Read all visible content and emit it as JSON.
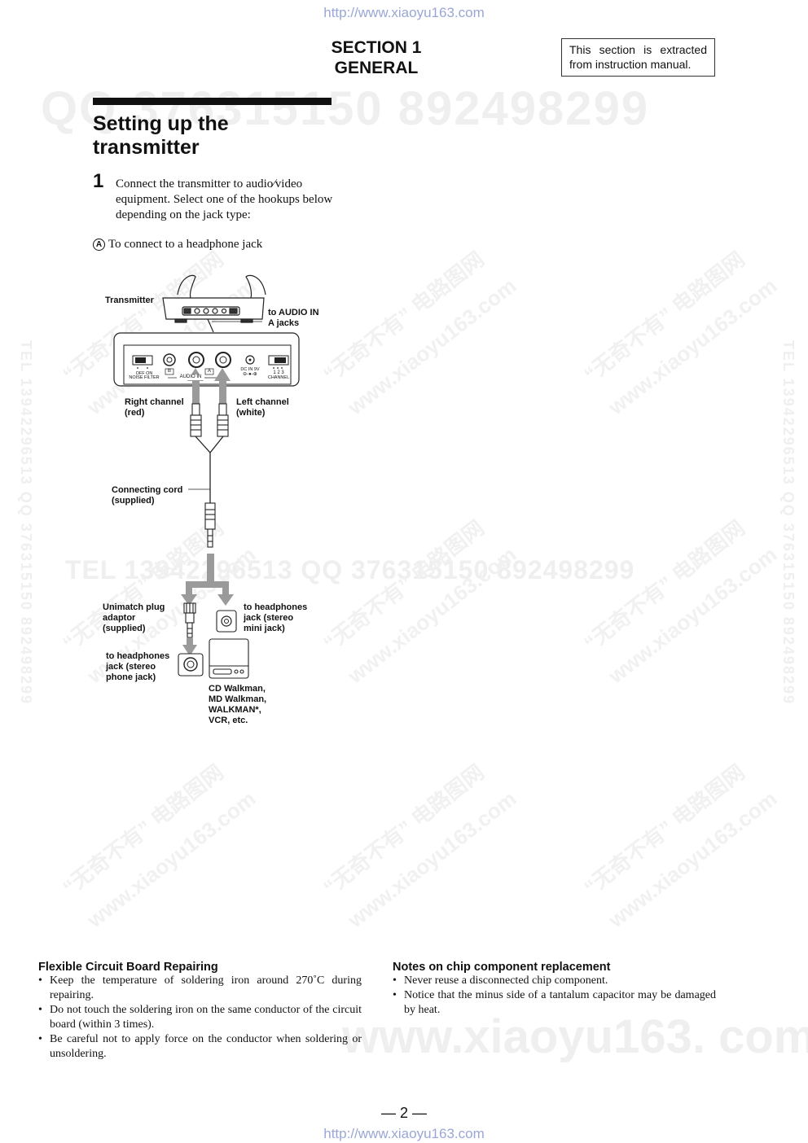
{
  "header": {
    "url_top": "http://www.xiaoyu163.com",
    "section_line1": "SECTION 1",
    "section_line2": "GENERAL",
    "extract_note": "This section is extracted from instruction manual."
  },
  "watermarks": {
    "big_number": "QQ 376315150   892498299",
    "tel_band": "TEL 13942296513   QQ 376315150   892498299",
    "side_tel": "TEL 13942296513   QQ 376315150   892498299",
    "diag_line1": "“无奇不有” 电路图网",
    "diag_line2": "www.xiaoyu163.com",
    "bottom_big": "www.xiaoyu163. com"
  },
  "main": {
    "heading": "Setting up the transmitter",
    "step_number": "1",
    "step_text": "Connect the transmitter to audio∕video equipment.  Select one of the hookups below depending on the jack type:",
    "sub_letter": "A",
    "sub_text": "To connect to a headphone jack"
  },
  "diagram": {
    "transmitter": "Transmitter",
    "to_audio_in": "to AUDIO IN\nA jacks",
    "right_channel": "Right channel\n(red)",
    "left_channel": "Left channel\n(white)",
    "connecting_cord": "Connecting cord\n(supplied)",
    "unimatch": "Unimatch plug\nadaptor\n(supplied)",
    "to_headphones_mini": "to headphones\njack (stereo\nmini jack)",
    "to_headphones_phone": "to headphones\njack (stereo\nphone jack)",
    "devices": "CD Walkman,\nMD Walkman,\nWALKMAN*,\nVCR, etc.",
    "panel_off_on": "OFF   ON",
    "panel_noise_filter": "NOISE FILTER",
    "panel_b": "B",
    "panel_a": "A",
    "panel_audio_in": "AUDIO IN",
    "panel_dc_in": "DC IN 9V",
    "panel_channel_nums": "1 2 3",
    "panel_channel": "CHANNEL"
  },
  "notes_left": {
    "title": "Flexible Circuit Board Repairing",
    "items": [
      "Keep the temperature of soldering iron around 270˚C during repairing.",
      "Do not touch the soldering iron on the same conductor of the circuit board (within 3 times).",
      "Be careful not to apply force on the conductor when soldering or unsoldering."
    ]
  },
  "notes_right": {
    "title": "Notes on chip component replacement",
    "items": [
      "Never reuse a disconnected chip component.",
      "Notice that the minus side of a tantalum capacitor may be damaged by heat."
    ]
  },
  "footer": {
    "page_number": "— 2 —",
    "url_bottom": "http://www.xiaoyu163.com"
  }
}
